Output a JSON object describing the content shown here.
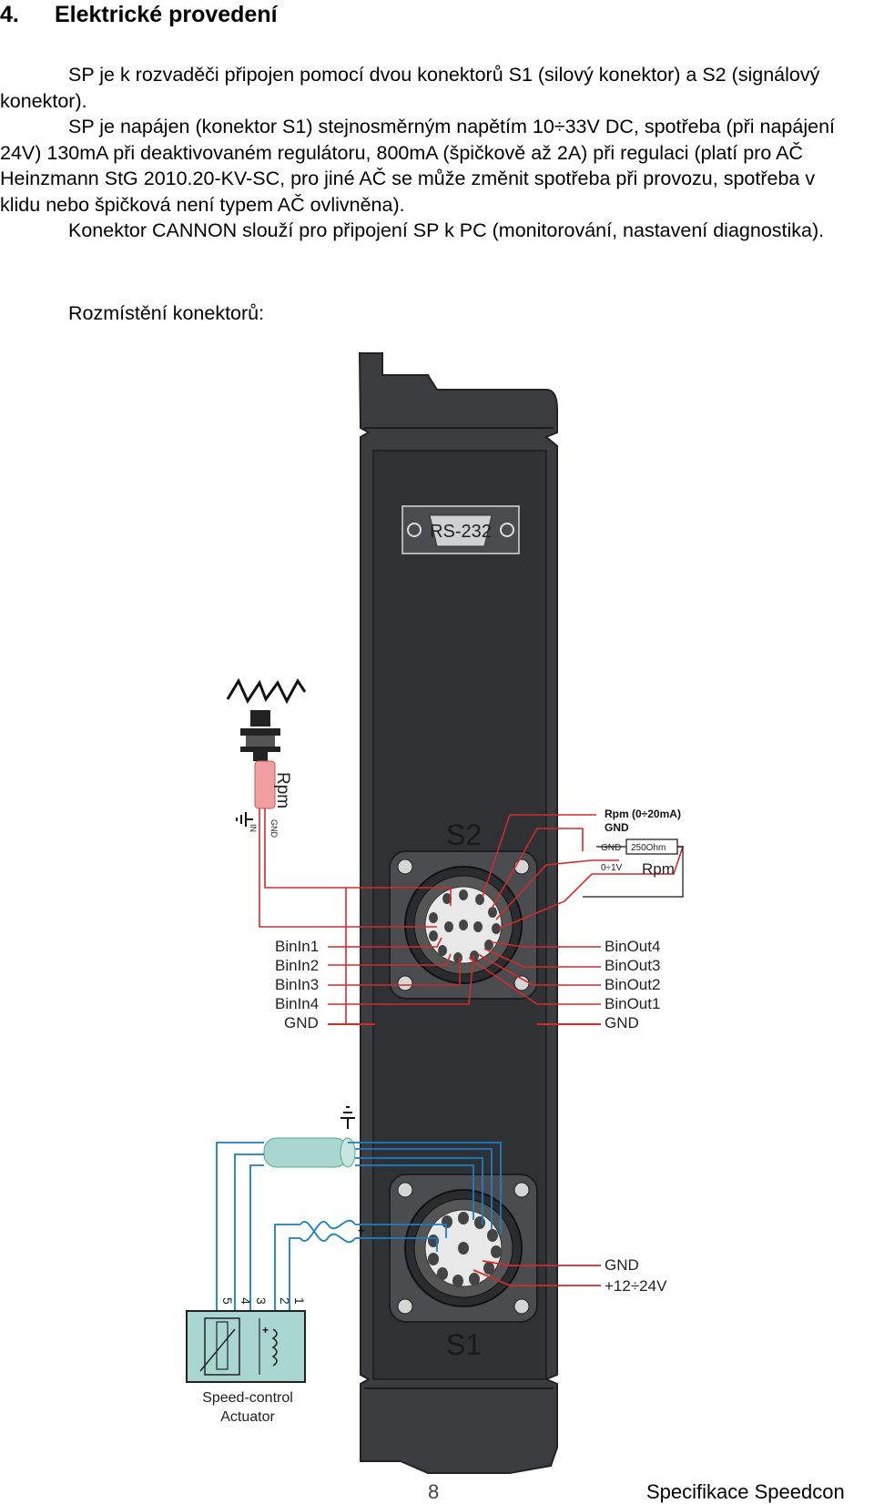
{
  "heading": {
    "number": "4.",
    "title": "Elektrické provedení"
  },
  "paragraphs": [
    "SP je k rozvaděči připojen pomocí dvou konektorů S1 (silový konektor) a S2 (signálový konektor).",
    "SP je napájen (konektor S1) stejnosměrným napětím 10÷33V DC, spotřeba (při napájení 24V) 130mA při deaktivovaném regulátoru, 800mA (špičkově až 2A) při regulaci (platí pro AČ Heinzmann StG 2010.20-KV-SC, pro jiné AČ se může změnit spotřeba při provozu, spotřeba v klidu nebo špičková není typem AČ ovlivněna).",
    "Konektor CANNON slouží pro připojení SP k PC (monitorování, nastavení diagnostika)."
  ],
  "figure_label": "Rozmístění konektorů:",
  "diagram": {
    "rs232": "RS-232",
    "s2": "S2",
    "s1": "S1",
    "rpm_sensor": "Rpm",
    "sensor_in": "IN",
    "sensor_gnd": "GND",
    "rpm_current": "Rpm (0÷20mA)",
    "gnd_top": "GND",
    "resistor_gnd": "GND",
    "resistor_value": "250Ohm",
    "resistor_range": "0÷1V",
    "rpm_out": "Rpm",
    "left_inputs": [
      "BinIn1",
      "BinIn2",
      "BinIn3",
      "BinIn4",
      "GND"
    ],
    "right_outputs": [
      "BinOut4",
      "BinOut3",
      "BinOut2",
      "BinOut1",
      "GND"
    ],
    "power_gnd": "GND",
    "power_voltage": "+12÷24V",
    "actuator_pins": [
      "5",
      "4",
      "3",
      "2",
      "1"
    ],
    "actuator_label_1": "Speed-control",
    "actuator_label_2": "Actuator",
    "plus": "+"
  },
  "footer": {
    "page_fragment": "8",
    "title": "Specifikace Speedcon"
  },
  "colors": {
    "wire_red": "#d32b2b",
    "wire_blue": "#1a7fc4",
    "housing": "#3b3d40",
    "shield": "#a9d6ce"
  }
}
